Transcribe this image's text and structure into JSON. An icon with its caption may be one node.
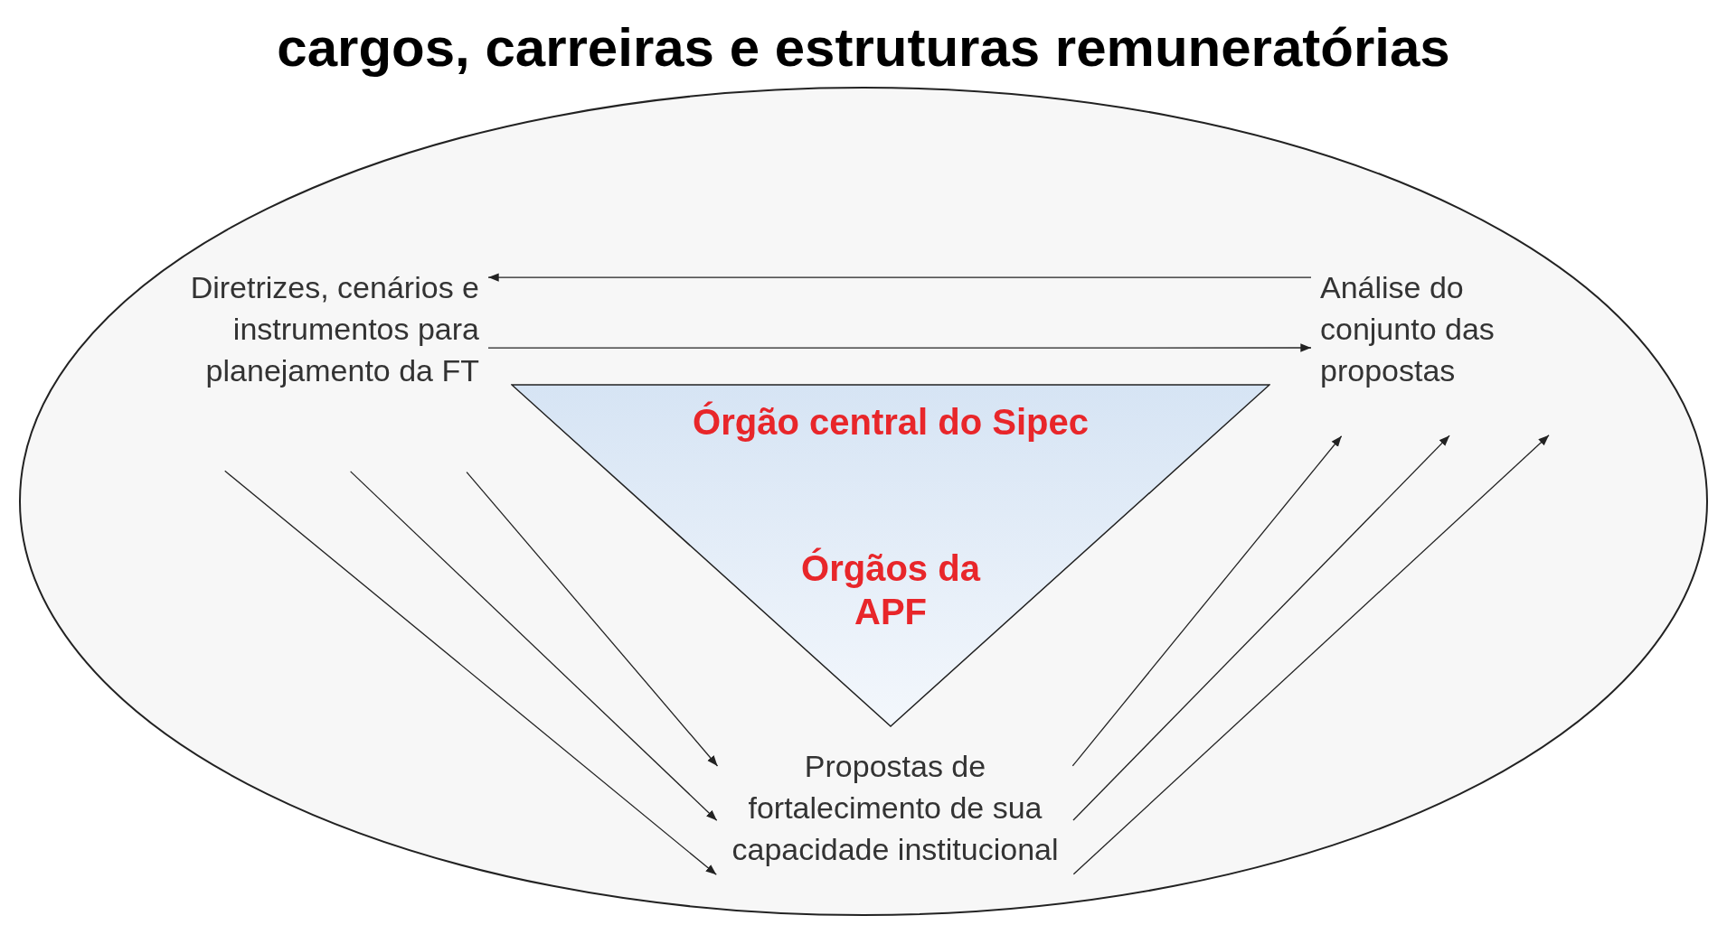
{
  "diagram": {
    "nodes": [
      {
        "text": [],
        "shape": "ellipse"
      },
      {
        "text": [
          "Diretrizes, cenários e instrumentos para planejamento da FT"
        ],
        "in": 0
      },
      {
        "text": [
          "Análise do conjunto das propostas"
        ],
        "in": 0
      },
      {
        "text": [
          "Órgão central do Sipec",
          "Órgãos da APF"
        ],
        "in": 0
      },
      {
        "text": [
          "Propostas de fortalecimento de sua capacidade institucional"
        ],
        "in": 0
      }
    ],
    "edges": [
      {
        "from": 2,
        "to": 1,
        "arrow": "to"
      },
      {
        "from": 1,
        "to": 2,
        "arrow": "to"
      },
      {
        "from": 1,
        "to": 4,
        "arrow": "to"
      },
      {
        "from": 1,
        "to": 4,
        "arrow": "to"
      },
      {
        "from": 1,
        "to": 4,
        "arrow": "to"
      },
      {
        "from": 4,
        "to": 2,
        "arrow": "to"
      },
      {
        "from": 4,
        "to": 2,
        "arrow": "to"
      },
      {
        "from": 4,
        "to": 2,
        "arrow": "to"
      }
    ],
    "labels": [
      "cargos, carreiras e estruturas remuneratórias"
    ]
  }
}
